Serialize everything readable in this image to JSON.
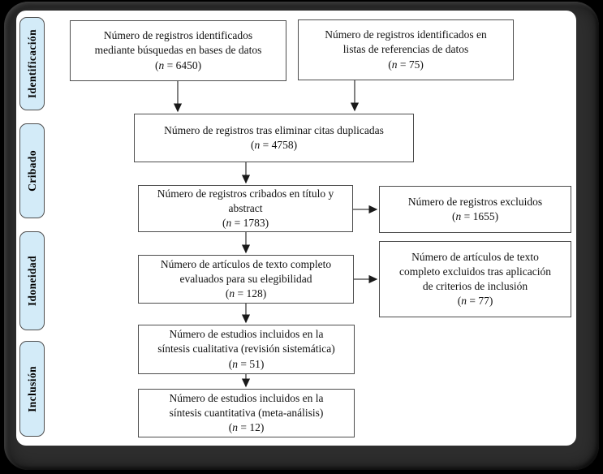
{
  "diagram_title": "PRISMA flow diagram (Spanish)",
  "palette": {
    "frame_outer": "#000000",
    "frame_inner": "#2e2e2e",
    "panel": "#ffffff",
    "stage_fill": "#d3ebf8",
    "stage_border": "#4f4f4f",
    "box_border": "#4d4d4d",
    "text": "#111111",
    "arrow": "#1a1a1a"
  },
  "tokens": {
    "paren_open": "(",
    "n_symbol": "n",
    "equals": " = ",
    "paren_close": ")"
  },
  "stages": [
    {
      "label": "Identificación"
    },
    {
      "label": "Cribado"
    },
    {
      "label": "Idoneidad"
    },
    {
      "label": "Inclusión"
    }
  ],
  "boxes": {
    "identified_db": {
      "lines": [
        "Número de registros identificados",
        "mediante búsquedas en bases de datos"
      ],
      "n": "6450"
    },
    "identified_refs": {
      "lines": [
        "Número de registros identificados en",
        "listas de referencias de datos"
      ],
      "n": "75"
    },
    "deduplicated": {
      "lines": [
        "Número de registros tras eliminar citas duplicadas"
      ],
      "n": "4758"
    },
    "screened_title_abstract": {
      "lines": [
        "Número de registros cribados en título y",
        "abstract"
      ],
      "n": "1783"
    },
    "records_excluded": {
      "lines": [
        "Número de registros excluidos"
      ],
      "n": "1655"
    },
    "fulltext_assessed": {
      "lines": [
        "Número de artículos de texto completo",
        "evaluados para su elegibilidad"
      ],
      "n": "128"
    },
    "fulltext_excluded": {
      "lines": [
        "Número de artículos de texto",
        "completo excluidos tras aplicación",
        "de criterios de inclusión"
      ],
      "n": "77"
    },
    "qualitative_synthesis": {
      "lines": [
        "Número de estudios incluidos en la",
        "síntesis cualitativa (revisión sistemática)"
      ],
      "n": "51"
    },
    "quantitative_synthesis": {
      "lines": [
        "Número de estudios incluidos en la",
        "síntesis cuantitativa (meta-análisis)"
      ],
      "n": "12"
    }
  }
}
